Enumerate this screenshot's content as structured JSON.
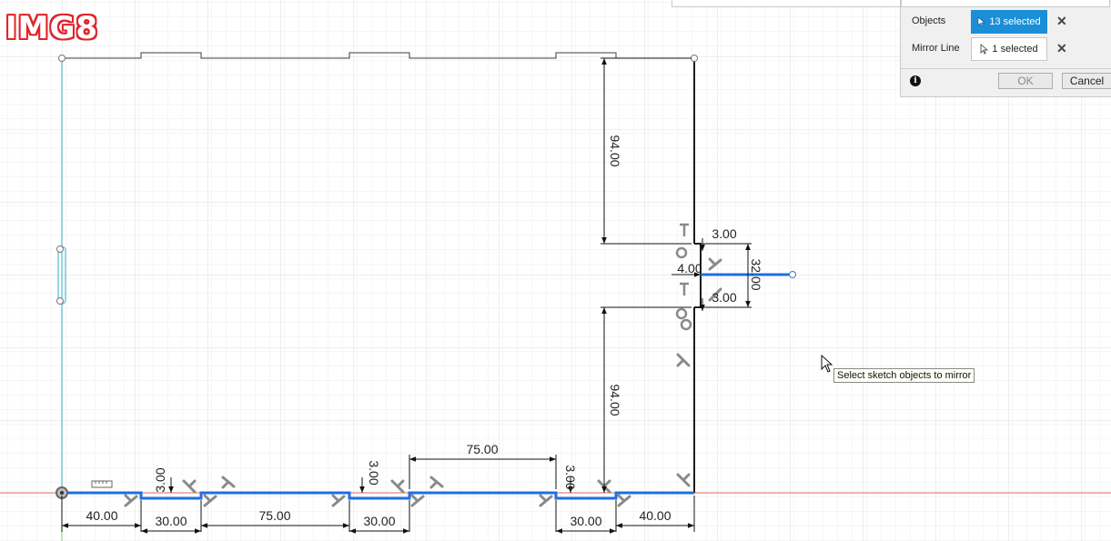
{
  "watermark": "IMG8",
  "tooltip": "Select sketch objects to mirror",
  "mirror_panel": {
    "objects_label": "Objects",
    "objects_value": "13 selected",
    "mirror_line_label": "Mirror Line",
    "mirror_line_value": "1 selected",
    "ok_label": "OK",
    "cancel_label": "Cancel",
    "clear_glyph": "✕",
    "info_glyph": "i"
  },
  "dimensions": {
    "bottom_left_width": "40.00",
    "slot1_width": "30.00",
    "middle_span": "75.00",
    "slot2_width": "30.00",
    "top_span": "75.00",
    "slot3_width": "30.00",
    "bottom_right_width": "40.00",
    "slot1_depth": "3.00",
    "slot2_depth": "3.00",
    "slot3_depth": "3.00",
    "upper_height": "94.00",
    "lower_height": "94.00",
    "notch_height": "32.00",
    "notch_top_offset": "3.00",
    "notch_bottom_offset": "3.00",
    "notch_depth": "4.00"
  },
  "colors": {
    "selected_line": "#1e6fe0",
    "construction_line": "#74c7d8",
    "sketch_line": "#3c3c3c",
    "grid_minor": "#eeeeee",
    "grid_major": "#dcdcdc",
    "x_axis": "#e06666",
    "y_axis": "#7fc97f",
    "accent": "#1a8fd8"
  }
}
